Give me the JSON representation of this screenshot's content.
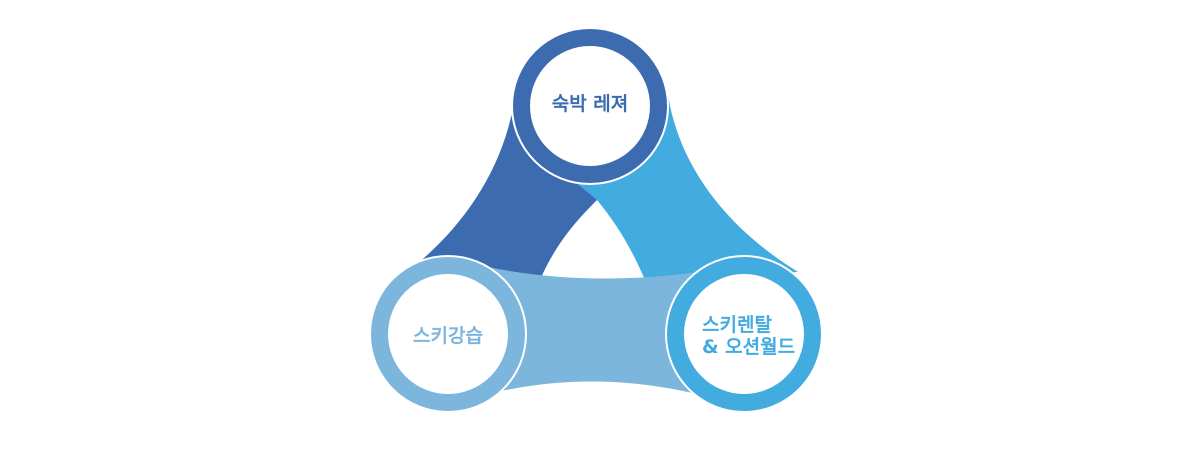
{
  "colors": {
    "dark_blue": "#3d6baf",
    "sky_blue": "#42abe0",
    "light_blue": "#7db6dd"
  },
  "nodes": {
    "top": {
      "label": "숙박 레져"
    },
    "left": {
      "label": "스키강습"
    },
    "right": {
      "line1": "스키렌탈",
      "line2": "& 오션월드"
    }
  }
}
